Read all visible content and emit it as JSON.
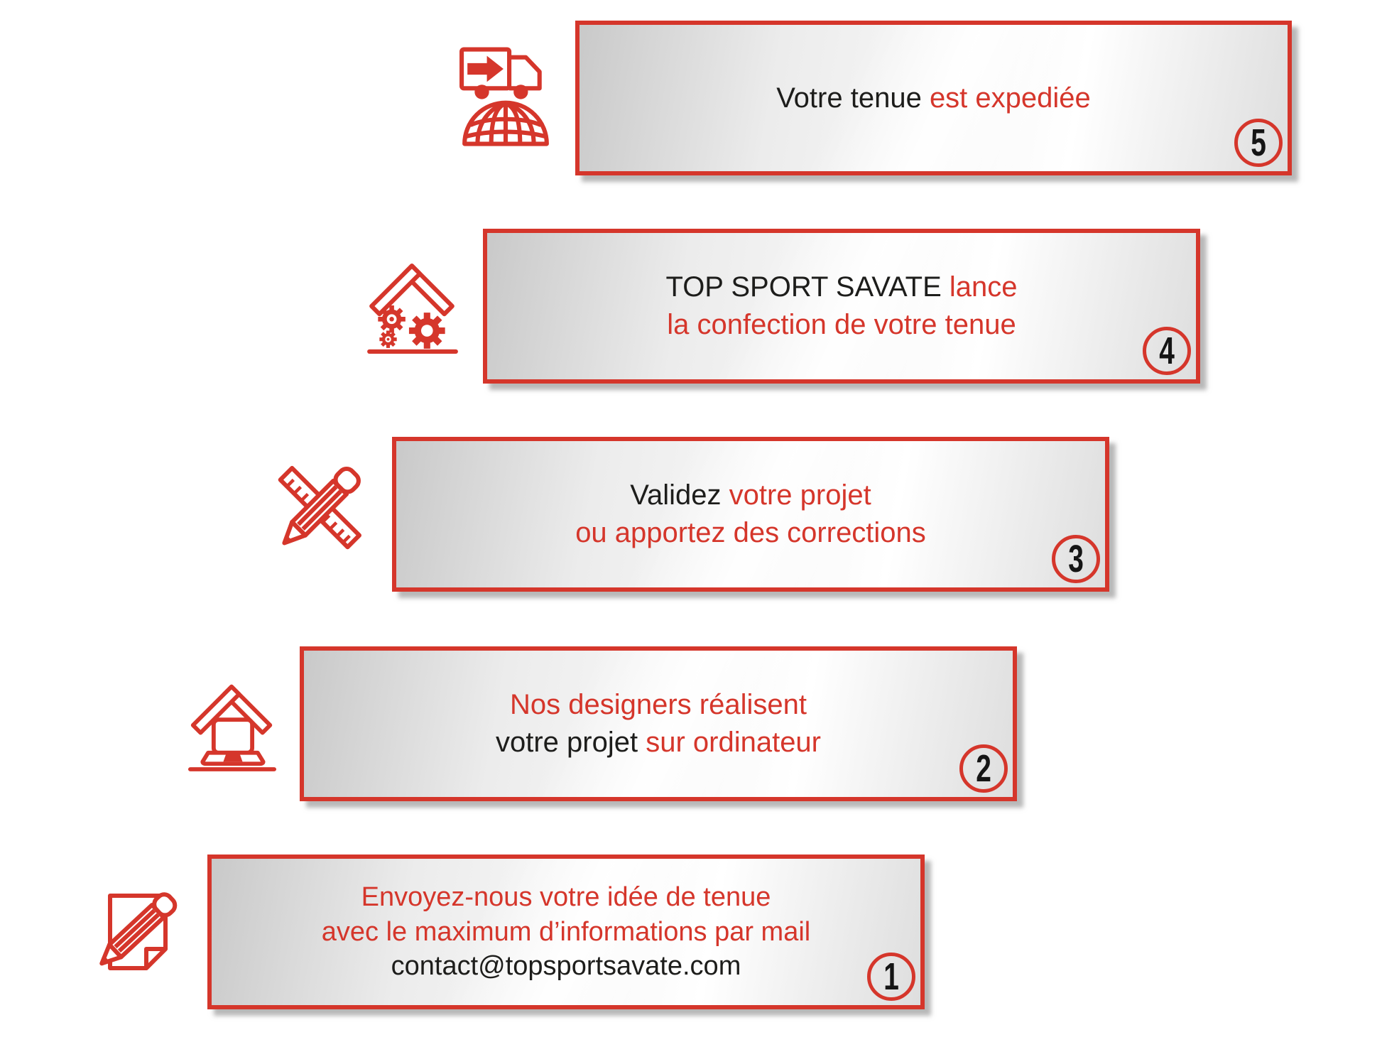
{
  "colors": {
    "accent_red": "#d5362b",
    "text_black": "#1d1d1b",
    "panel_gradient_gray": "#c9c9c9",
    "shadow_gray": "#7d7d7d"
  },
  "steps": [
    {
      "number": "5",
      "icon": "delivery-truck-globe-icon",
      "lines": [
        {
          "segments": [
            {
              "text": "Votre tenue ",
              "color": "black"
            },
            {
              "text": "est expediée",
              "color": "red"
            }
          ]
        }
      ]
    },
    {
      "number": "4",
      "icon": "workshop-gears-icon",
      "lines": [
        {
          "segments": [
            {
              "text": "TOP SPORT SAVATE ",
              "color": "black"
            },
            {
              "text": "lance",
              "color": "red"
            }
          ]
        },
        {
          "segments": [
            {
              "text": "la confection de votre tenue",
              "color": "red"
            }
          ]
        }
      ]
    },
    {
      "number": "3",
      "icon": "ruler-pencil-icon",
      "lines": [
        {
          "segments": [
            {
              "text": "Validez ",
              "color": "black"
            },
            {
              "text": "votre projet",
              "color": "red"
            }
          ]
        },
        {
          "segments": [
            {
              "text": "ou apportez des corrections",
              "color": "red"
            }
          ]
        }
      ]
    },
    {
      "number": "2",
      "icon": "design-computer-icon",
      "lines": [
        {
          "segments": [
            {
              "text": "Nos designers réalisent",
              "color": "red"
            }
          ]
        },
        {
          "segments": [
            {
              "text": "votre projet ",
              "color": "black"
            },
            {
              "text": "sur ordinateur",
              "color": "red"
            }
          ]
        }
      ]
    },
    {
      "number": "1",
      "icon": "note-pencil-icon",
      "lines": [
        {
          "segments": [
            {
              "text": "Envoyez-nous votre idée de tenue",
              "color": "red"
            }
          ]
        },
        {
          "segments": [
            {
              "text": "avec le maximum d’informations par mail",
              "color": "red"
            }
          ]
        },
        {
          "segments": [
            {
              "text": "contact@topsportsavate.com",
              "color": "black"
            }
          ]
        }
      ]
    }
  ]
}
